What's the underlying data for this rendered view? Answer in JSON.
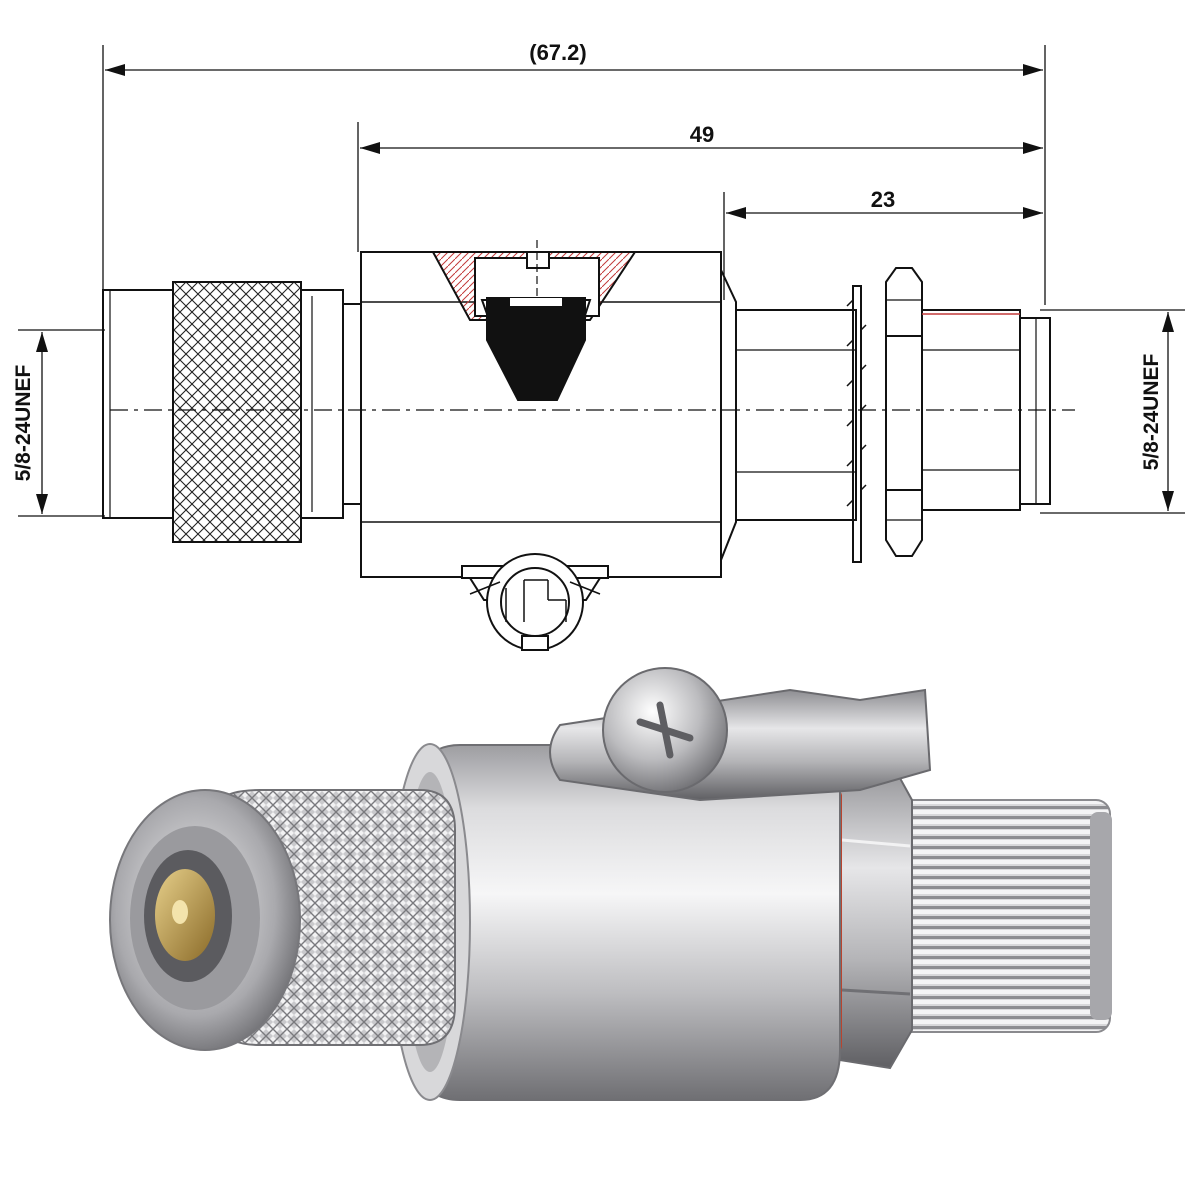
{
  "drawing": {
    "dimensions": {
      "overall": "(67.2)",
      "body": "49",
      "female_end": "23"
    },
    "thread_left": "5/8-24UNEF",
    "thread_right": "5/8-24UNEF"
  },
  "colors": {
    "line": "#111111",
    "hatch": "#c23a3a",
    "metal_light": "#e9e9ea",
    "metal_mid": "#b9b9bc",
    "metal_dark": "#6e6e72",
    "seal_red": "#b8442f",
    "brass": "#b08a3c"
  }
}
